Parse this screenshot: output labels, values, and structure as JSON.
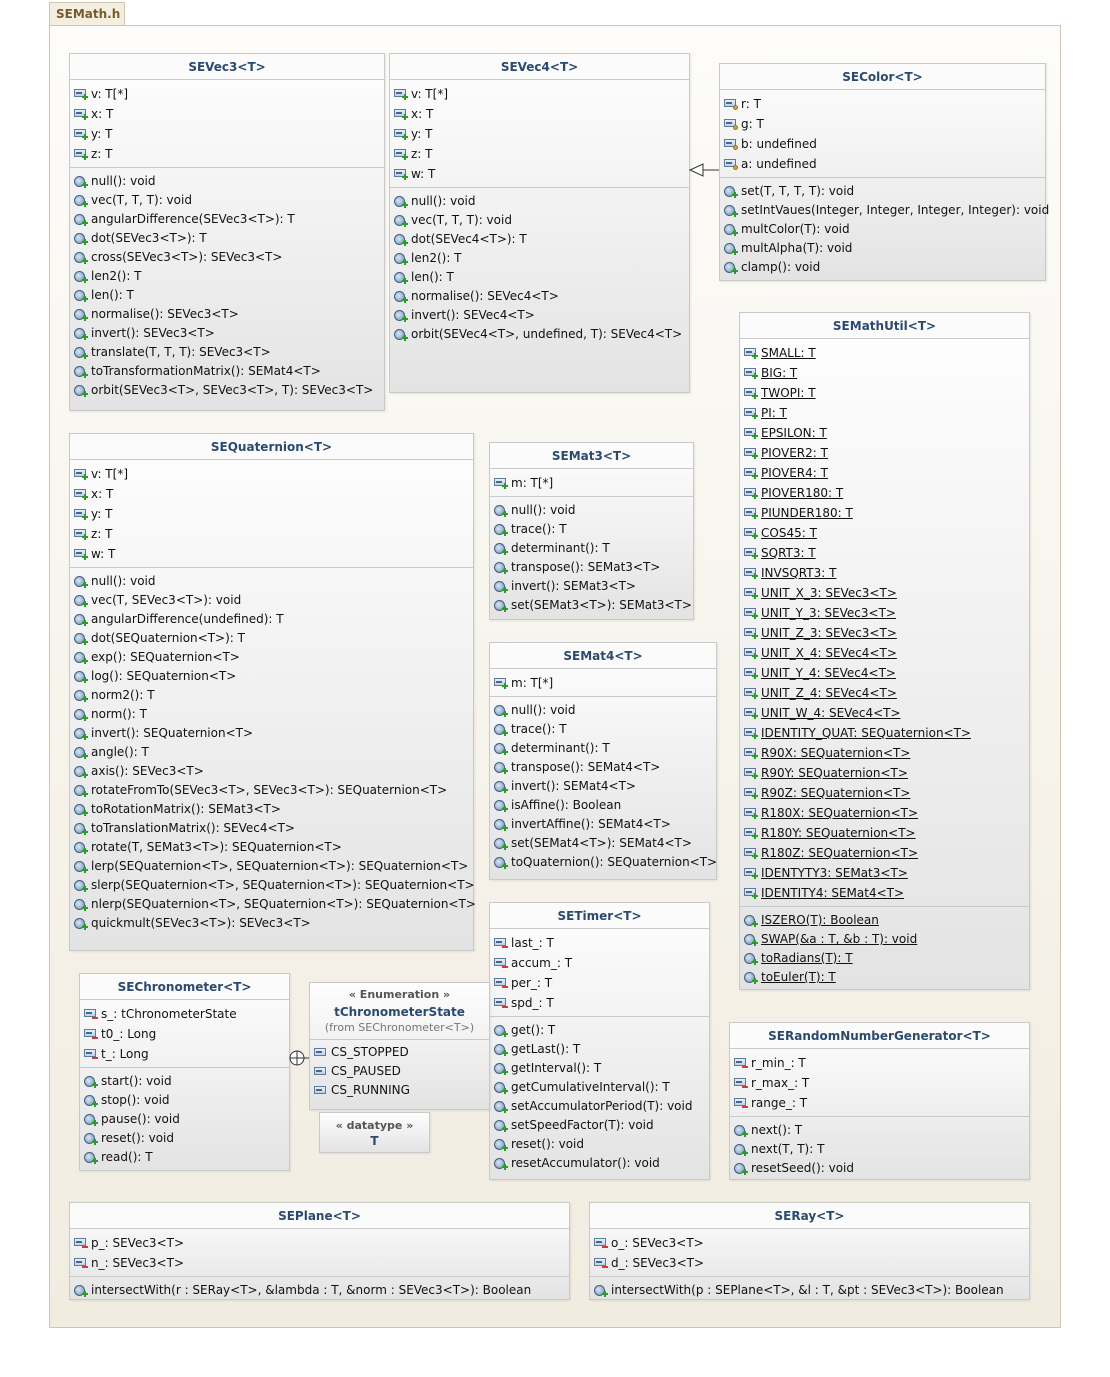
{
  "package": {
    "name": "SEMath.h"
  },
  "classes": {
    "sevec3": {
      "name": "SEVec3<T>",
      "fields": [
        "v: T[*]",
        "x: T",
        "y: T",
        "z: T"
      ],
      "ops": [
        "null(): void",
        "vec(T,  T,  T): void",
        "angularDifference(SEVec3<T>): T",
        "dot(SEVec3<T>): T",
        "cross(SEVec3<T>): SEVec3<T>",
        "len2(): T",
        "len(): T",
        "normalise(): SEVec3<T>",
        "invert(): SEVec3<T>",
        "translate(T,  T,  T): SEVec3<T>",
        "toTransformationMatrix(): SEMat4<T>",
        "orbit(SEVec3<T>, SEVec3<T>, T): SEVec3<T>"
      ]
    },
    "sevec4": {
      "name": "SEVec4<T>",
      "fields": [
        "v: T[*]",
        "x: T",
        "y: T",
        "z: T",
        "w: T"
      ],
      "ops": [
        "null(): void",
        "vec(T,  T,  T): void",
        "dot(SEVec4<T>): T",
        "len2(): T",
        "len(): T",
        "normalise(): SEVec4<T>",
        "invert(): SEVec4<T>",
        "orbit(SEVec4<T>, undefined,  T): SEVec4<T>"
      ]
    },
    "secolor": {
      "name": "SEColor<T>",
      "fields": [
        "r: T",
        "g: T",
        "b: undefined",
        "a: undefined"
      ],
      "ops": [
        "set(T,  T,  T,  T): void",
        "setIntVaues(Integer, Integer, Integer, Integer): void",
        "multColor(T): void",
        "multAlpha(T): void",
        "clamp(): void"
      ]
    },
    "semathutil": {
      "name": "SEMathUtil<T>",
      "fields": [
        "SMALL: T",
        "BIG: T",
        "TWOPI: T",
        "PI: T",
        "EPSILON: T",
        "PIOVER2: T",
        "PIOVER4: T",
        "PIOVER180: T",
        "PIUNDER180: T",
        "COS45: T",
        "SQRT3: T",
        "INVSQRT3: T",
        "UNIT_X_3: SEVec3<T>",
        "UNIT_Y_3: SEVec3<T>",
        "UNIT_Z_3: SEVec3<T>",
        "UNIT_X_4: SEVec4<T>",
        "UNIT_Y_4: SEVec4<T>",
        "UNIT_Z_4: SEVec4<T>",
        "UNIT_W_4: SEVec4<T>",
        "IDENTITY_QUAT: SEQuaternion<T>",
        "R90X: SEQuaternion<T>",
        "R90Y: SEQuaternion<T>",
        "R90Z: SEQuaternion<T>",
        "R180X: SEQuaternion<T>",
        "R180Y: SEQuaternion<T>",
        "R180Z: SEQuaternion<T>",
        "IDENTYTY3: SEMat3<T>",
        "IDENTITY4: SEMat4<T>"
      ],
      "ops": [
        "ISZERO(T): Boolean",
        "SWAP(&a : T, &b : T): void",
        "toRadians(T): T",
        "toEuler(T): T"
      ]
    },
    "sequat": {
      "name": "SEQuaternion<T>",
      "fields": [
        "v: T[*]",
        "x: T",
        "y: T",
        "z: T",
        "w: T"
      ],
      "ops": [
        "null(): void",
        "vec(T,  SEVec3<T>): void",
        "angularDifference(undefined): T",
        "dot(SEQuaternion<T>): T",
        "exp(): SEQuaternion<T>",
        "log(): SEQuaternion<T>",
        "norm2(): T",
        "norm(): T",
        "invert(): SEQuaternion<T>",
        "angle(): T",
        "axis(): SEVec3<T>",
        "rotateFromTo(SEVec3<T>, SEVec3<T>): SEQuaternion<T>",
        "toRotationMatrix(): SEMat3<T>",
        "toTranslationMatrix(): SEVec4<T>",
        "rotate(T,  SEMat3<T>): SEQuaternion<T>",
        "lerp(SEQuaternion<T>, SEQuaternion<T>): SEQuaternion<T>",
        "slerp(SEQuaternion<T>, SEQuaternion<T>): SEQuaternion<T>",
        "nlerp(SEQuaternion<T>, SEQuaternion<T>): SEQuaternion<T>",
        "quickmult(SEVec3<T>): SEVec3<T>"
      ]
    },
    "semat3": {
      "name": "SEMat3<T>",
      "fields": [
        "m: T[*]"
      ],
      "ops": [
        "null(): void",
        "trace(): T",
        "determinant(): T",
        "transpose(): SEMat3<T>",
        "invert(): SEMat3<T>",
        "set(SEMat3<T>): SEMat3<T>"
      ]
    },
    "semat4": {
      "name": "SEMat4<T>",
      "fields": [
        "m: T[*]"
      ],
      "ops": [
        "null(): void",
        "trace(): T",
        "determinant(): T",
        "transpose(): SEMat4<T>",
        "invert(): SEMat4<T>",
        "isAffine(): Boolean",
        "invertAffine(): SEMat4<T>",
        "set(SEMat4<T>): SEMat4<T>",
        "toQuaternion(): SEQuaternion<T>"
      ]
    },
    "setimer": {
      "name": "SETimer<T>",
      "fields": [
        "last_: T",
        "accum_: T",
        "per_: T",
        "spd_: T"
      ],
      "ops": [
        "get(): T",
        "getLast(): T",
        "getInterval(): T",
        "getCumulativeInterval(): T",
        "setAccumulatorPeriod(T): void",
        "setSpeedFactor(T): void",
        "reset(): void",
        "resetAccumulator(): void"
      ]
    },
    "sechrono": {
      "name": "SEChronometer<T>",
      "fields": [
        "s_: tChronometerState",
        "t0_: Long",
        "t_: Long"
      ],
      "ops": [
        "start(): void",
        "stop(): void",
        "pause(): void",
        "reset(): void",
        "read(): T"
      ]
    },
    "serng": {
      "name": "SERandomNumberGenerator<T>",
      "fields": [
        "r_min_: T",
        "r_max_: T",
        "range_: T"
      ],
      "ops": [
        "next(): T",
        "next(T,  T): T",
        "resetSeed(): void"
      ]
    },
    "seplane": {
      "name": "SEPlane<T>",
      "fields": [
        "p_: SEVec3<T>",
        "n_: SEVec3<T>"
      ],
      "ops": [
        "intersectWith(r : SERay<T>, &lambda : T, &norm : SEVec3<T>): Boolean"
      ]
    },
    "seray": {
      "name": "SERay<T>",
      "fields": [
        "o_: SEVec3<T>",
        "d_: SEVec3<T>"
      ],
      "ops": [
        "intersectWith(p : SEPlane<T>, &l : T, &pt : SEVec3<T>): Boolean"
      ]
    }
  },
  "enum": {
    "stereotype": "« Enumeration »",
    "name": "tChronometerState",
    "from": "(from SEChronometer<T>)",
    "literals": [
      "CS_STOPPED",
      "CS_PAUSED",
      "CS_RUNNING"
    ]
  },
  "datatype": {
    "stereotype": "« datatype »",
    "name": "T"
  }
}
